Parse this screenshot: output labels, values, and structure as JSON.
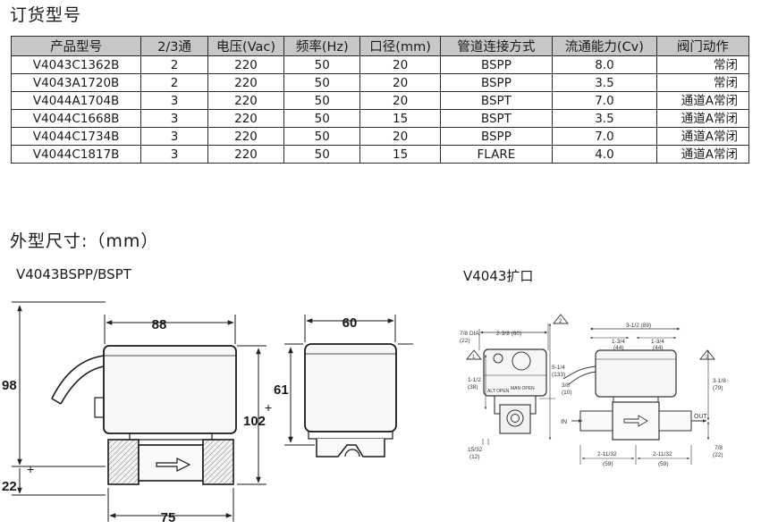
{
  "headings": {
    "ordering": "订货型号",
    "dimensions": "外型尺寸:（mm）",
    "left_model": "V4043BSPP/BSPT",
    "right_model": "V4043扩口"
  },
  "table": {
    "headers": [
      "产品型号",
      "2/3通",
      "电压(Vac)",
      "频率(Hz)",
      "口径(mm)",
      "管道连接方式",
      "流通能力(Cv)",
      "阀门动作"
    ],
    "rows": [
      [
        "V4043C1362B",
        "2",
        "220",
        "50",
        "20",
        "BSPP",
        "8.0",
        "常闭"
      ],
      [
        "V4043A1720B",
        "2",
        "220",
        "50",
        "20",
        "BSPP",
        "3.5",
        "常闭"
      ],
      [
        "V4044A1704B",
        "3",
        "220",
        "50",
        "20",
        "BSPT",
        "7.0",
        "通道A常闭"
      ],
      [
        "V4044C1668B",
        "3",
        "220",
        "50",
        "15",
        "BSPT",
        "3.5",
        "通道A常闭"
      ],
      [
        "V4044C1734B",
        "3",
        "220",
        "50",
        "20",
        "BSPP",
        "7.0",
        "通道A常闭"
      ],
      [
        "V4044C1817B",
        "3",
        "220",
        "50",
        "15",
        "FLARE",
        "4.0",
        "通道A常闭"
      ]
    ]
  },
  "left_drawing": {
    "dim_width_top": "88",
    "dim_total_height": "98",
    "dim_bottom": "22",
    "dim_overall": "102",
    "dim_base_width": "75",
    "dim_side_width": "60",
    "dim_side_height": "61"
  },
  "right_drawing": {
    "dia_label": "7/8 DIA.",
    "dia_mm": "(22)",
    "w_238": "2-3/8 (60)",
    "h_1_12": "1-1/2",
    "h_1_12_mm": "(38)",
    "h_5_14": "5-1/4",
    "h_5_14_mm": "(133)",
    "alt_open": "ALT OPEN",
    "man_open": "MAN OPEN",
    "d_38": "3/8",
    "d_38_mm": "(10)",
    "d_1532": "15/32",
    "d_1532_mm": "(12)",
    "w_9_12": "3-1/2 (89)",
    "w_1_34_a": "1-3/4",
    "w_1_34_a_mm": "(44)",
    "w_1_34_b": "1-3/4",
    "w_1_34_b_mm": "(44)",
    "h_3_18": "3-1/8",
    "h_3_18_mm": "(79)",
    "d_78": "7/8",
    "d_78_mm": "(22)",
    "w_2_1132_a": "2-11/32",
    "w_2_1132_a_mm": "(59)",
    "w_2_1132_b": "2-11/32",
    "w_2_1132_b_mm": "(59)",
    "in_label": "IN",
    "out_label": "OUT",
    "note_1": "1",
    "note_2": "2",
    "note_3": "3"
  }
}
